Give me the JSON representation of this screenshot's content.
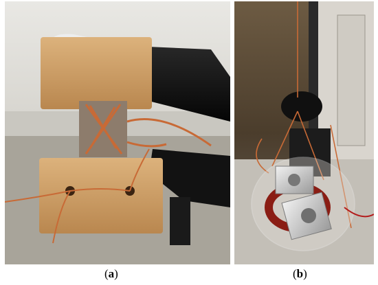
{
  "figure": {
    "panels": [
      {
        "id": "a",
        "letter": "a"
      },
      {
        "id": "b",
        "letter": "b"
      }
    ]
  },
  "colors": {
    "wood": "#c99a63",
    "copper": "#c86a36",
    "clamp": "#111111",
    "aluminum": "#c9c9c9",
    "ferrite_ring": "#8a1d14",
    "background_a": "#d8d6d0",
    "background_b": "#5a4a36"
  }
}
